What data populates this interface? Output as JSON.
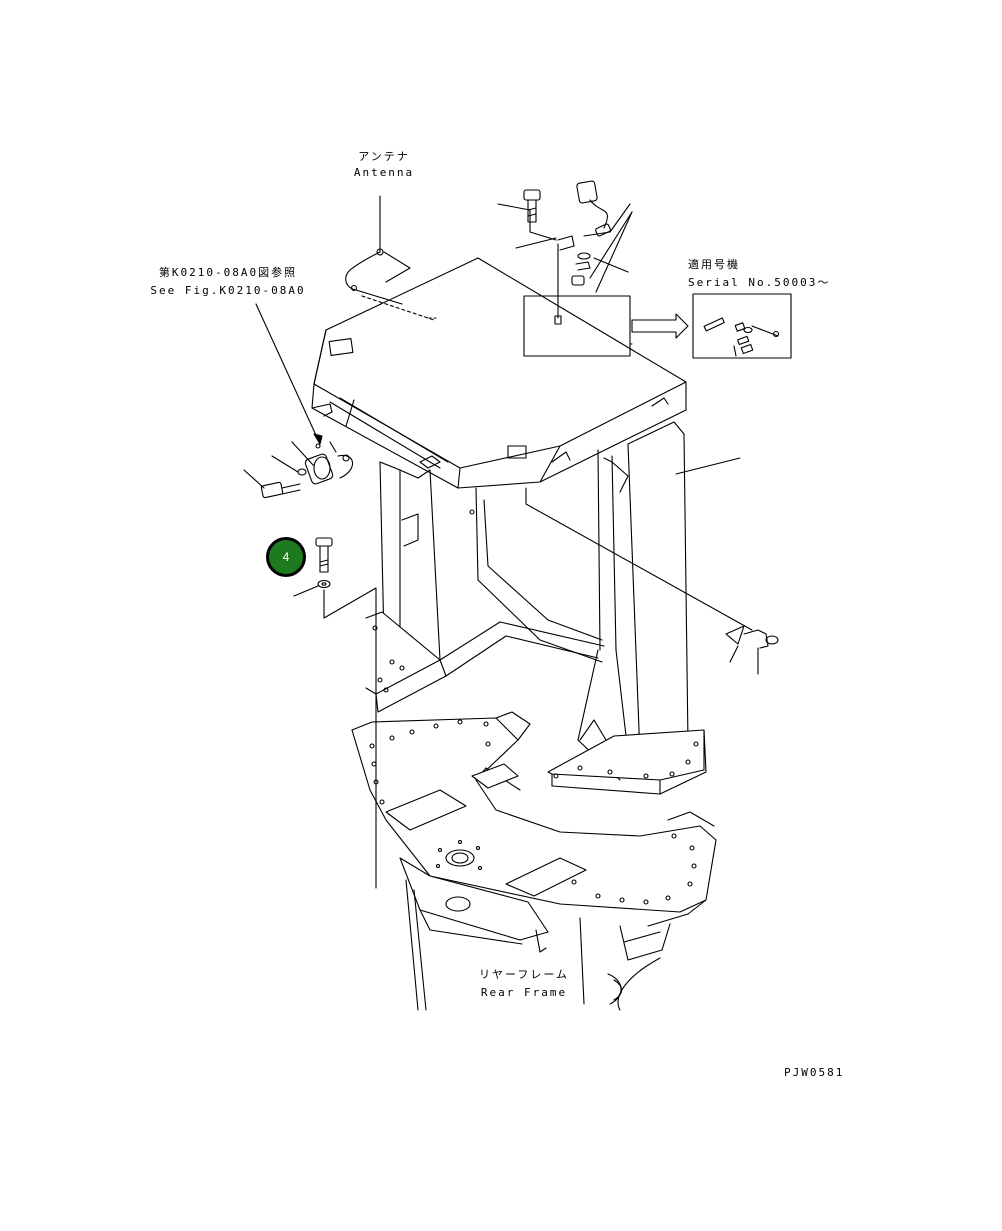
{
  "labels": {
    "antenna_jp": "アンテナ",
    "antenna_en": "Antenna",
    "ref_jp": "第K0210-08A0図参照",
    "ref_en": "See Fig.K0210-08A0",
    "serial_jp": "適用号機",
    "serial_en": "Serial No.50003～",
    "rear_frame_jp": "リヤーフレーム",
    "rear_frame_en": "Rear Frame",
    "drawing_code": "PJW0581"
  },
  "callout": {
    "number": "4",
    "color": "#1e7a1e"
  }
}
